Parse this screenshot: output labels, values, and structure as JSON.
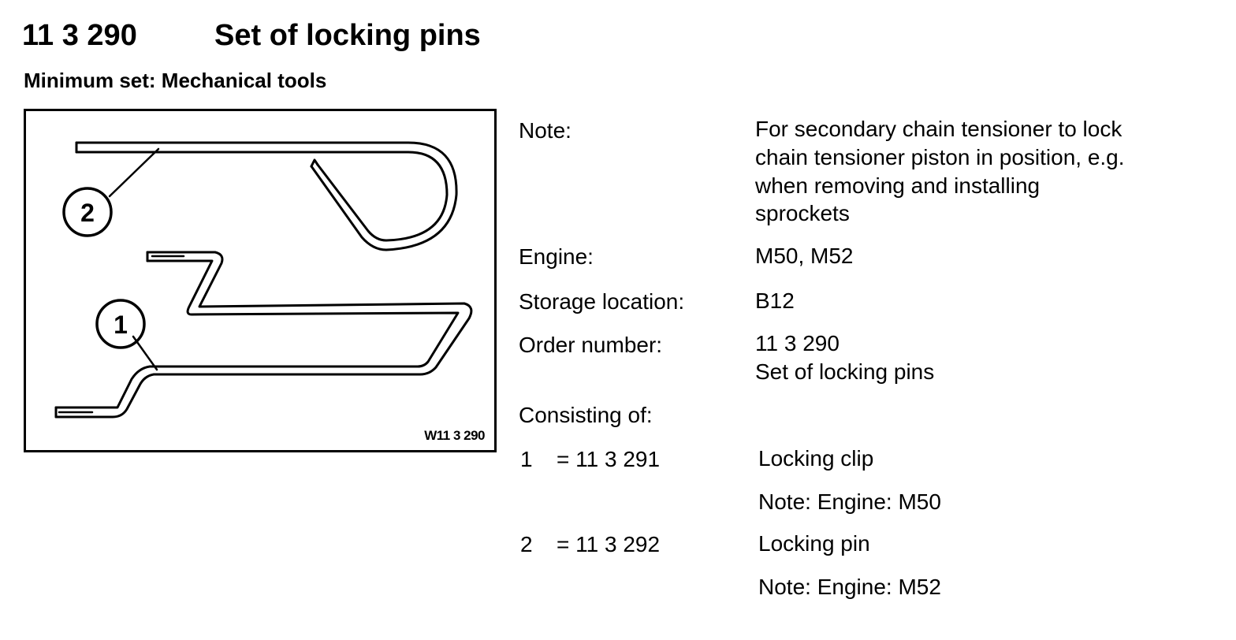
{
  "header": {
    "number": "11 3 290",
    "title": "Set of locking pins",
    "subtitle": "Minimum set: Mechanical tools"
  },
  "figure": {
    "code": "W11 3 290",
    "callouts": [
      "1",
      "2"
    ]
  },
  "details": {
    "note_label": "Note:",
    "note_lines": [
      "For secondary chain tensioner to lock",
      "chain tensioner piston in position, e.g.",
      "when removing and installing",
      "sprockets"
    ],
    "engine_label": "Engine:",
    "engine_value": "M50, M52",
    "storage_label": "Storage location:",
    "storage_value": "B12",
    "order_label": "Order number:",
    "order_value": "11 3 290",
    "order_desc": "Set of locking pins",
    "consisting_label": "Consisting of:"
  },
  "parts": [
    {
      "index": "1",
      "code": "= 11 3 291",
      "name": "Locking clip",
      "note": "Note: Engine: M50"
    },
    {
      "index": "2",
      "code": "= 11 3 292",
      "name": "Locking pin",
      "note": "Note: Engine: M52"
    }
  ]
}
